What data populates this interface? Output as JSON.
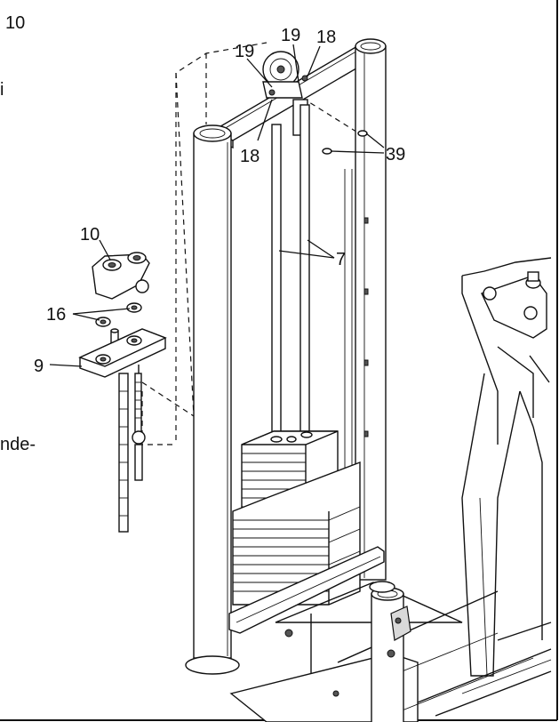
{
  "step_number": "10",
  "left_text_fragments": [
    "i",
    "nde-"
  ],
  "callouts": {
    "c10": "10",
    "c16": "16",
    "c9": "9",
    "c7": "7",
    "c19a": "19",
    "c19b": "19",
    "c18a": "18",
    "c18b": "18",
    "c39": "39"
  },
  "colors": {
    "ink": "#111111",
    "paper": "#ffffff",
    "shade": "#d9d9d9"
  }
}
